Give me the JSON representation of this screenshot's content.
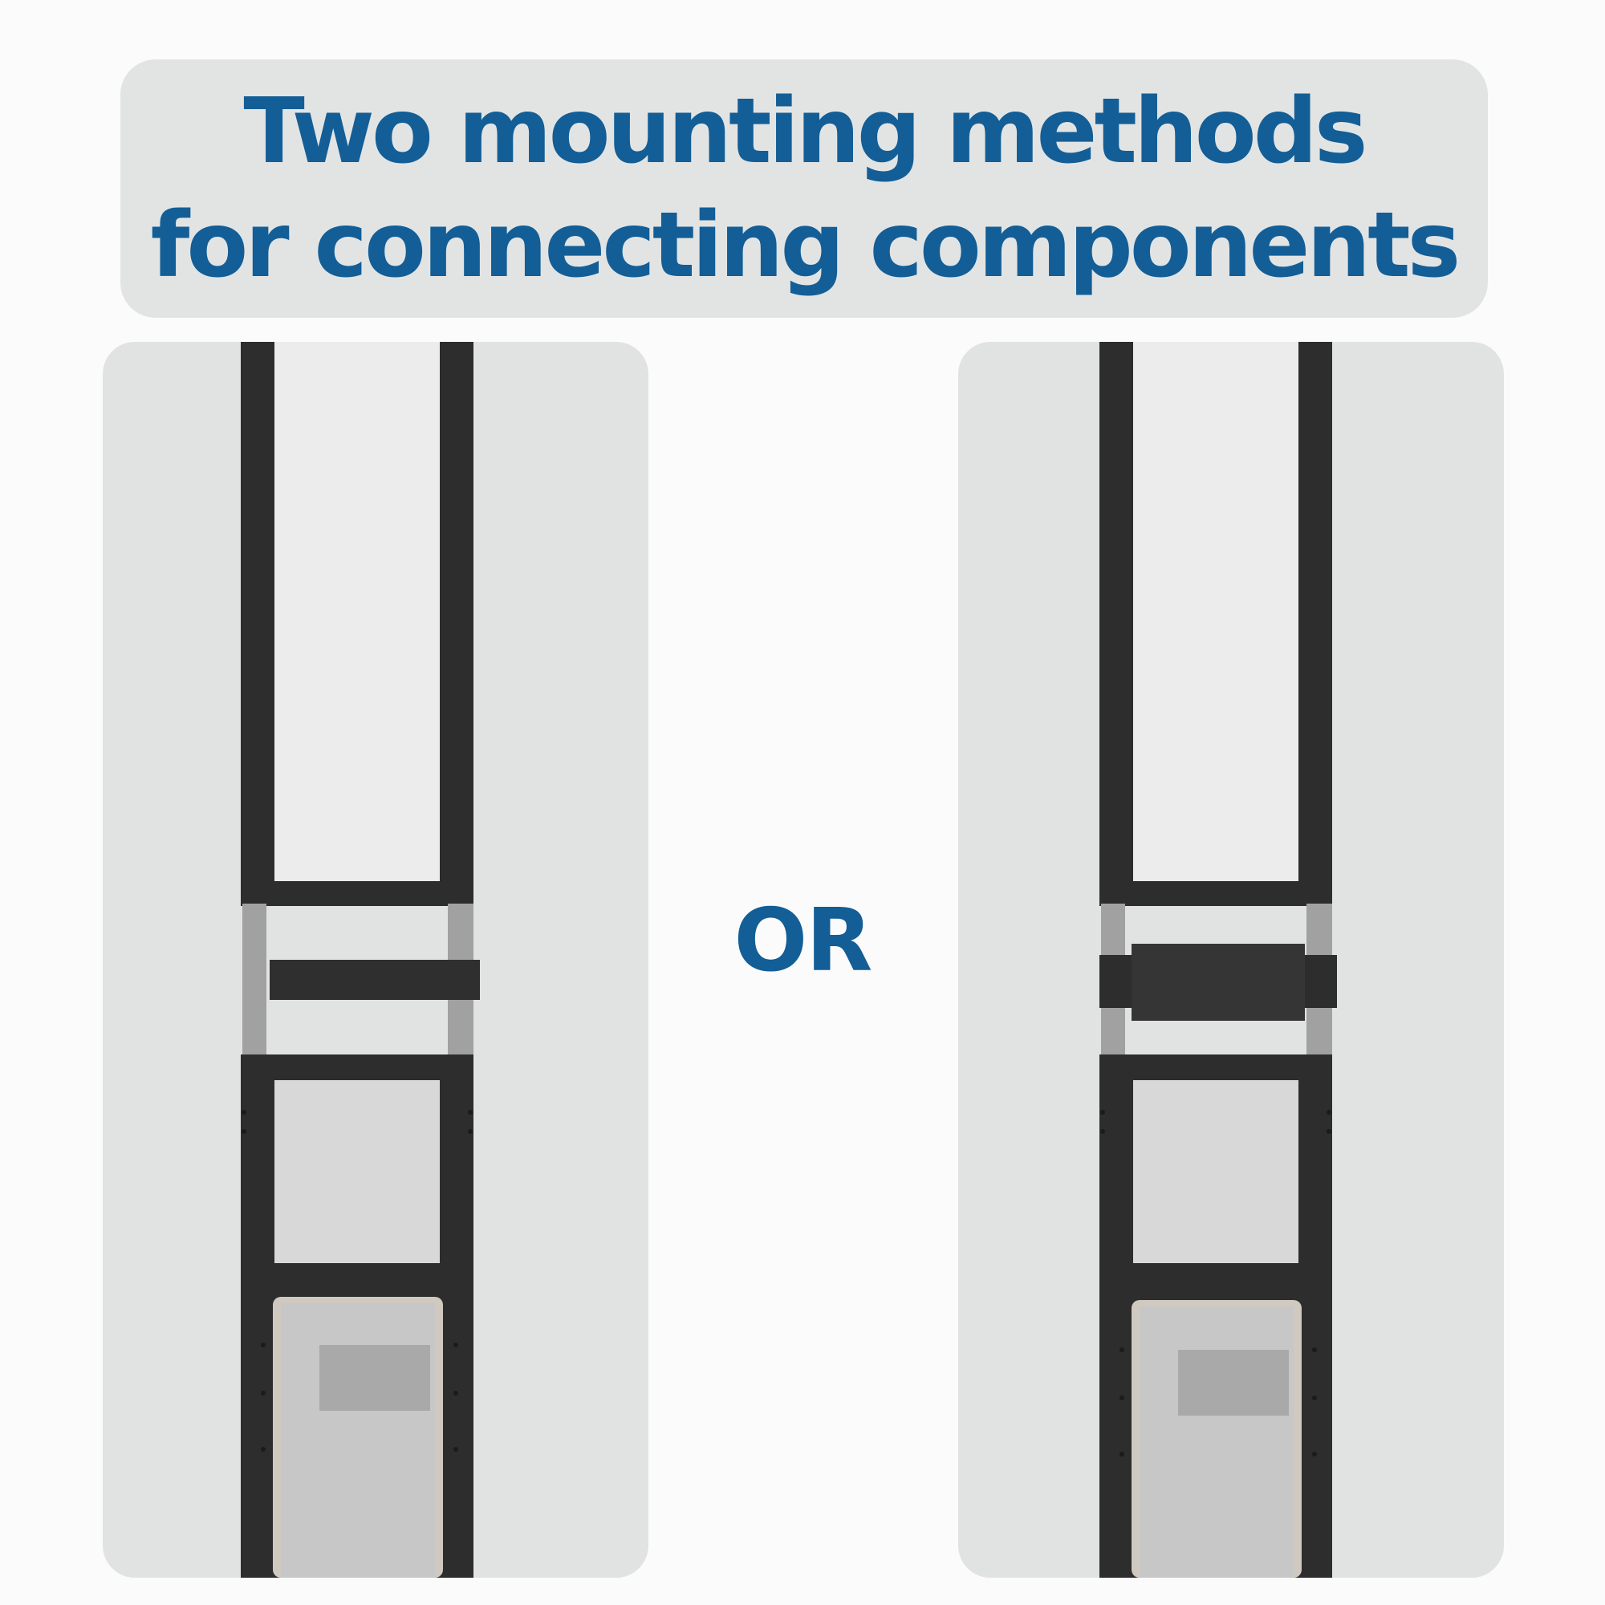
{
  "title": {
    "line1": "Two mounting methods",
    "line2": "for connecting components"
  },
  "separator": "OR",
  "colors": {
    "title_text": "#135e96",
    "frame": "#2d2d2d",
    "connector_gray": "#a1a1a1",
    "panel_background": "#e1e3e3",
    "page_background": "#fbfbfb"
  },
  "methods": [
    {
      "id": "method-1",
      "connector": "adhesive-strip"
    },
    {
      "id": "method-2",
      "connector": "clamp-bracket"
    }
  ]
}
